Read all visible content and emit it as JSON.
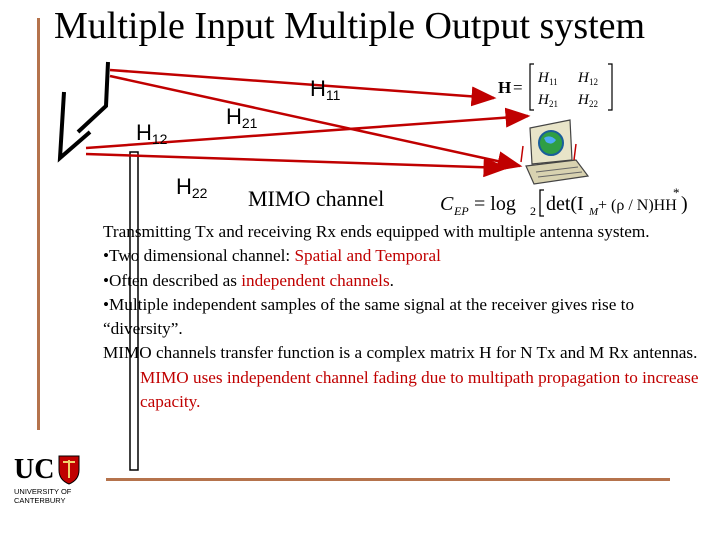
{
  "slide": {
    "title": "Multiple Input Multiple Output system"
  },
  "diagram": {
    "h11": {
      "base": "H",
      "sub": "11"
    },
    "h12": {
      "base": "H",
      "sub": "12"
    },
    "h21": {
      "base": "H",
      "sub": "21"
    },
    "h22": {
      "base": "H",
      "sub": "22"
    },
    "mimo_channel": "MIMO channel",
    "arrow_color": "#c00000"
  },
  "matrix": {
    "lhs": "H",
    "equals": "=",
    "entries": [
      "H",
      "11",
      "H",
      "12",
      "H",
      "21",
      "H",
      "22"
    ]
  },
  "capacity": {
    "c": "C",
    "sub": "EP",
    "eq": "= log",
    "log_sub": "2",
    "det": "det(I",
    "im_sub": "M",
    "rest": " + (ρ / N)HH",
    "star": "*",
    "close": ")"
  },
  "body": {
    "p1": "Transmitting Tx and receiving Rx ends equipped with multiple antenna system.",
    "p2_prefix": "•Two dimensional channel: ",
    "p2_highlight": "Spatial and Temporal",
    "p3_prefix": "•Often described as ",
    "p3_highlight": "independent channels",
    "p3_suffix": ".",
    "p4": "•Multiple independent samples of the same signal at the receiver gives rise to “diversity”.",
    "p5": "MIMO channels transfer function is a complex matrix H for N Tx and M Rx antennas.",
    "p6": "MIMO uses independent channel fading due to multipath propagation to increase capacity."
  },
  "logo": {
    "letters": "UC",
    "line1": "UNIVERSITY OF",
    "line2": "CANTERBURY"
  }
}
